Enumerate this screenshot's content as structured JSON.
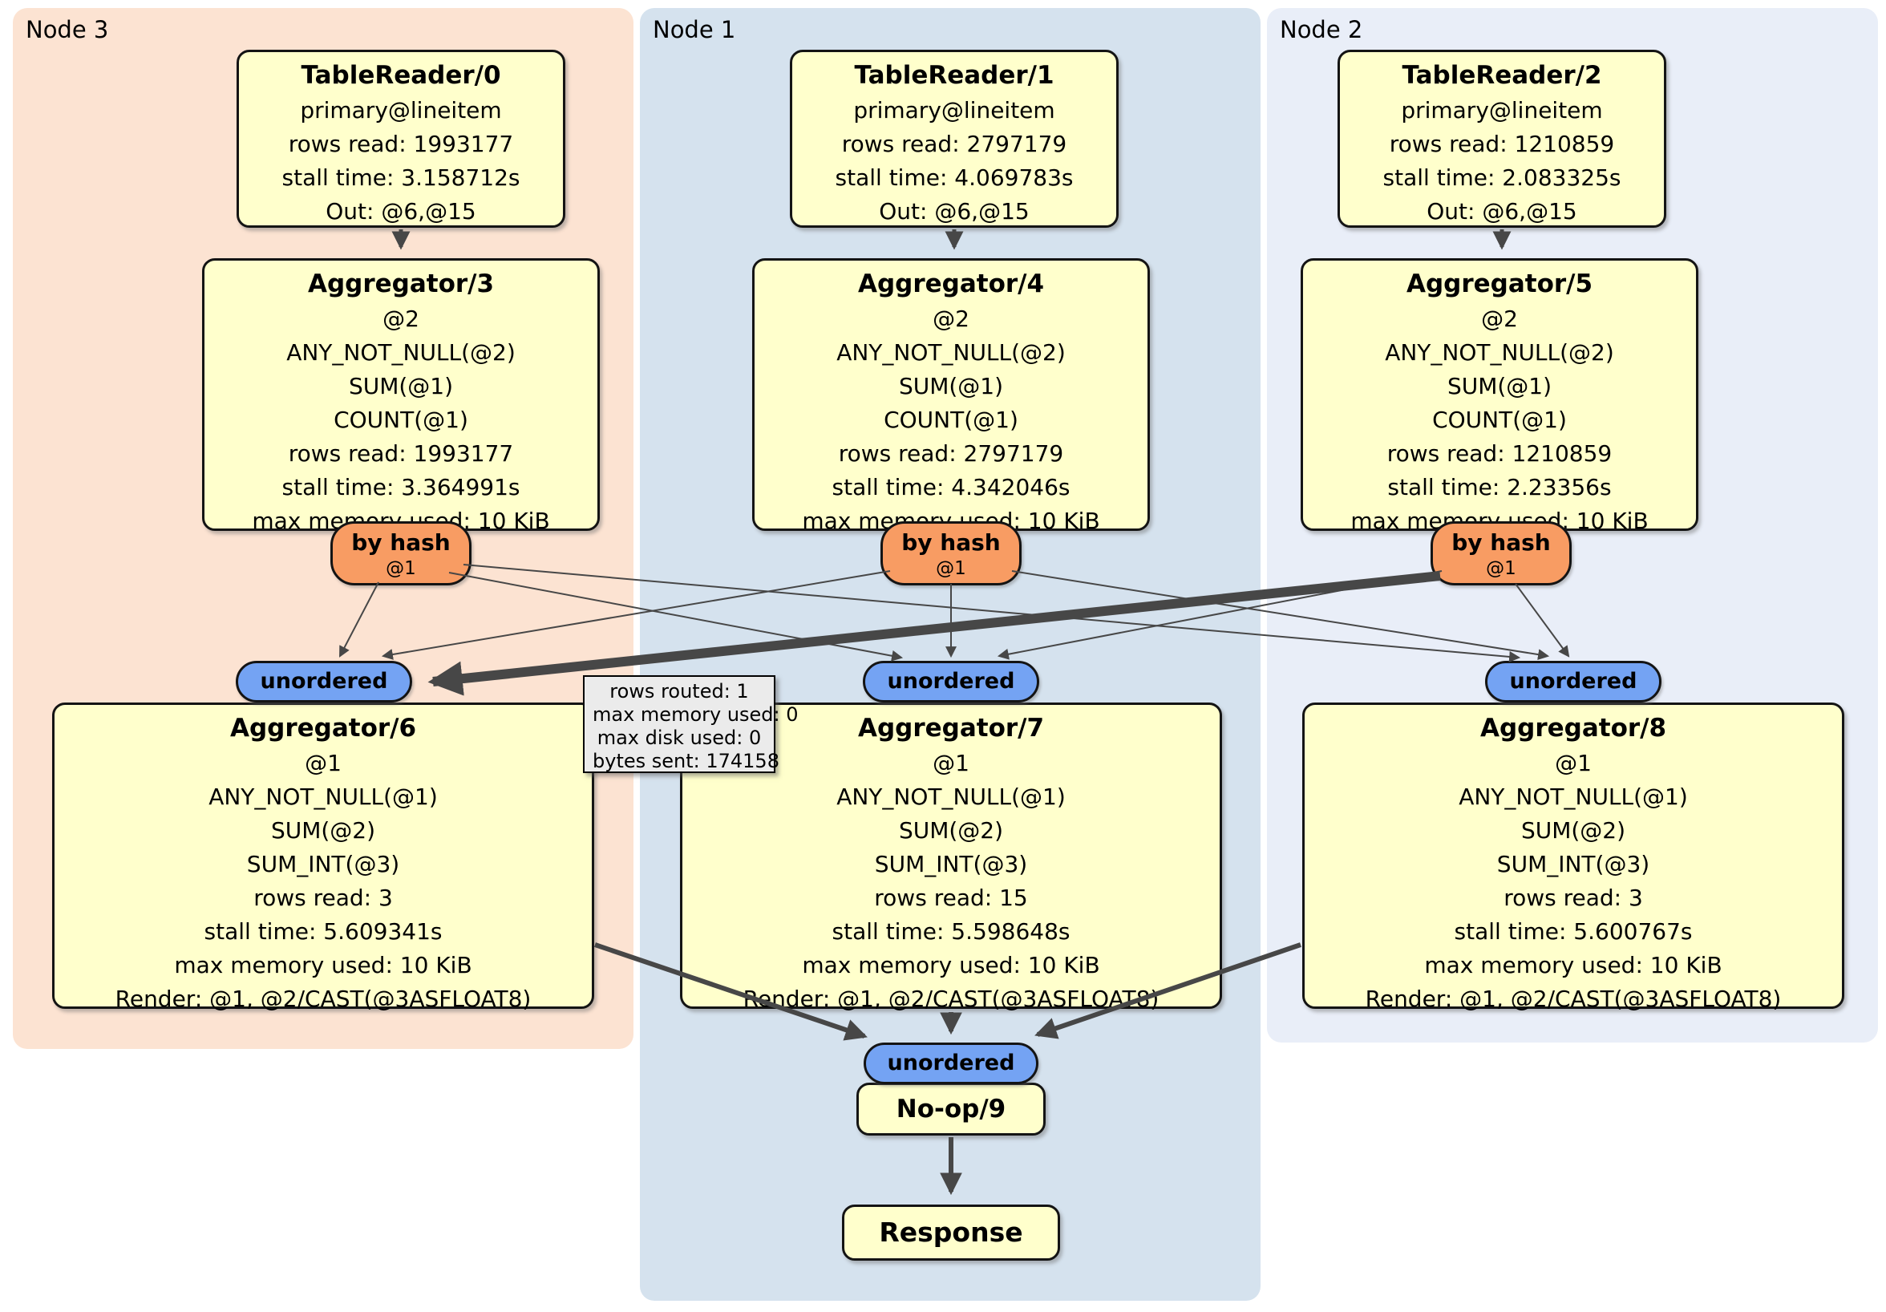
{
  "panels": {
    "node3": {
      "label": "Node 3",
      "color": "#FCE3D2"
    },
    "node1": {
      "label": "Node 1",
      "color": "#D5E2EE"
    },
    "node2": {
      "label": "Node 2",
      "color": "#E9EEF8"
    }
  },
  "colors": {
    "processor_fill": "#FFFFCC",
    "router_fill": "#F89C63",
    "stream_fill": "#74A3F3",
    "edge": "#474747",
    "tooltip_fill": "#EBEBEB"
  },
  "boxes": {
    "tr0": {
      "title": "TableReader/0",
      "lines": [
        "primary@lineitem",
        "rows read: 1993177",
        "stall time: 3.158712s",
        "Out: @6,@15"
      ]
    },
    "tr1": {
      "title": "TableReader/1",
      "lines": [
        "primary@lineitem",
        "rows read: 2797179",
        "stall time: 4.069783s",
        "Out: @6,@15"
      ]
    },
    "tr2": {
      "title": "TableReader/2",
      "lines": [
        "primary@lineitem",
        "rows read: 1210859",
        "stall time: 2.083325s",
        "Out: @6,@15"
      ]
    },
    "agg3": {
      "title": "Aggregator/3",
      "lines": [
        "@2",
        "ANY_NOT_NULL(@2)",
        "SUM(@1)",
        "COUNT(@1)",
        "rows read: 1993177",
        "stall time: 3.364991s",
        "max memory used: 10 KiB"
      ]
    },
    "agg4": {
      "title": "Aggregator/4",
      "lines": [
        "@2",
        "ANY_NOT_NULL(@2)",
        "SUM(@1)",
        "COUNT(@1)",
        "rows read: 2797179",
        "stall time: 4.342046s",
        "max memory used: 10 KiB"
      ]
    },
    "agg5": {
      "title": "Aggregator/5",
      "lines": [
        "@2",
        "ANY_NOT_NULL(@2)",
        "SUM(@1)",
        "COUNT(@1)",
        "rows read: 1210859",
        "stall time: 2.23356s",
        "max memory used: 10 KiB"
      ]
    },
    "agg6": {
      "title": "Aggregator/6",
      "lines": [
        "@1",
        "ANY_NOT_NULL(@1)",
        "SUM(@2)",
        "SUM_INT(@3)",
        "rows read: 3",
        "stall time: 5.609341s",
        "max memory used: 10 KiB",
        "Render: @1, @2/CAST(@3ASFLOAT8)"
      ]
    },
    "agg7": {
      "title": "Aggregator/7",
      "lines": [
        "@1",
        "ANY_NOT_NULL(@1)",
        "SUM(@2)",
        "SUM_INT(@3)",
        "rows read: 15",
        "stall time: 5.598648s",
        "max memory used: 10 KiB",
        "Render: @1, @2/CAST(@3ASFLOAT8)"
      ]
    },
    "agg8": {
      "title": "Aggregator/8",
      "lines": [
        "@1",
        "ANY_NOT_NULL(@1)",
        "SUM(@2)",
        "SUM_INT(@3)",
        "rows read: 3",
        "stall time: 5.600767s",
        "max memory used: 10 KiB",
        "Render: @1, @2/CAST(@3ASFLOAT8)"
      ]
    },
    "noop": {
      "title": "No-op/9"
    },
    "response": {
      "title": "Response"
    }
  },
  "router": {
    "label": "by hash",
    "sub": "@1"
  },
  "stream": {
    "unordered": "unordered"
  },
  "tooltip": {
    "lines": [
      "rows routed: 1",
      "max memory used: 0",
      "max disk used: 0",
      "bytes sent: 174158"
    ]
  }
}
